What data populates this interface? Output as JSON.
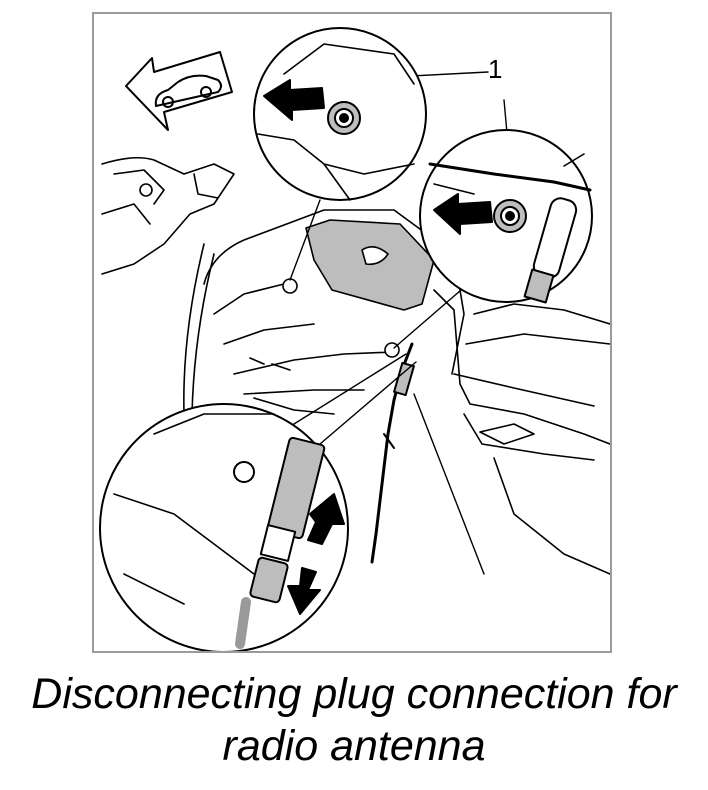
{
  "figure": {
    "callout_label": "1",
    "caption_line1": "Disconnecting plug connection for",
    "caption_line2": "radio antenna"
  }
}
